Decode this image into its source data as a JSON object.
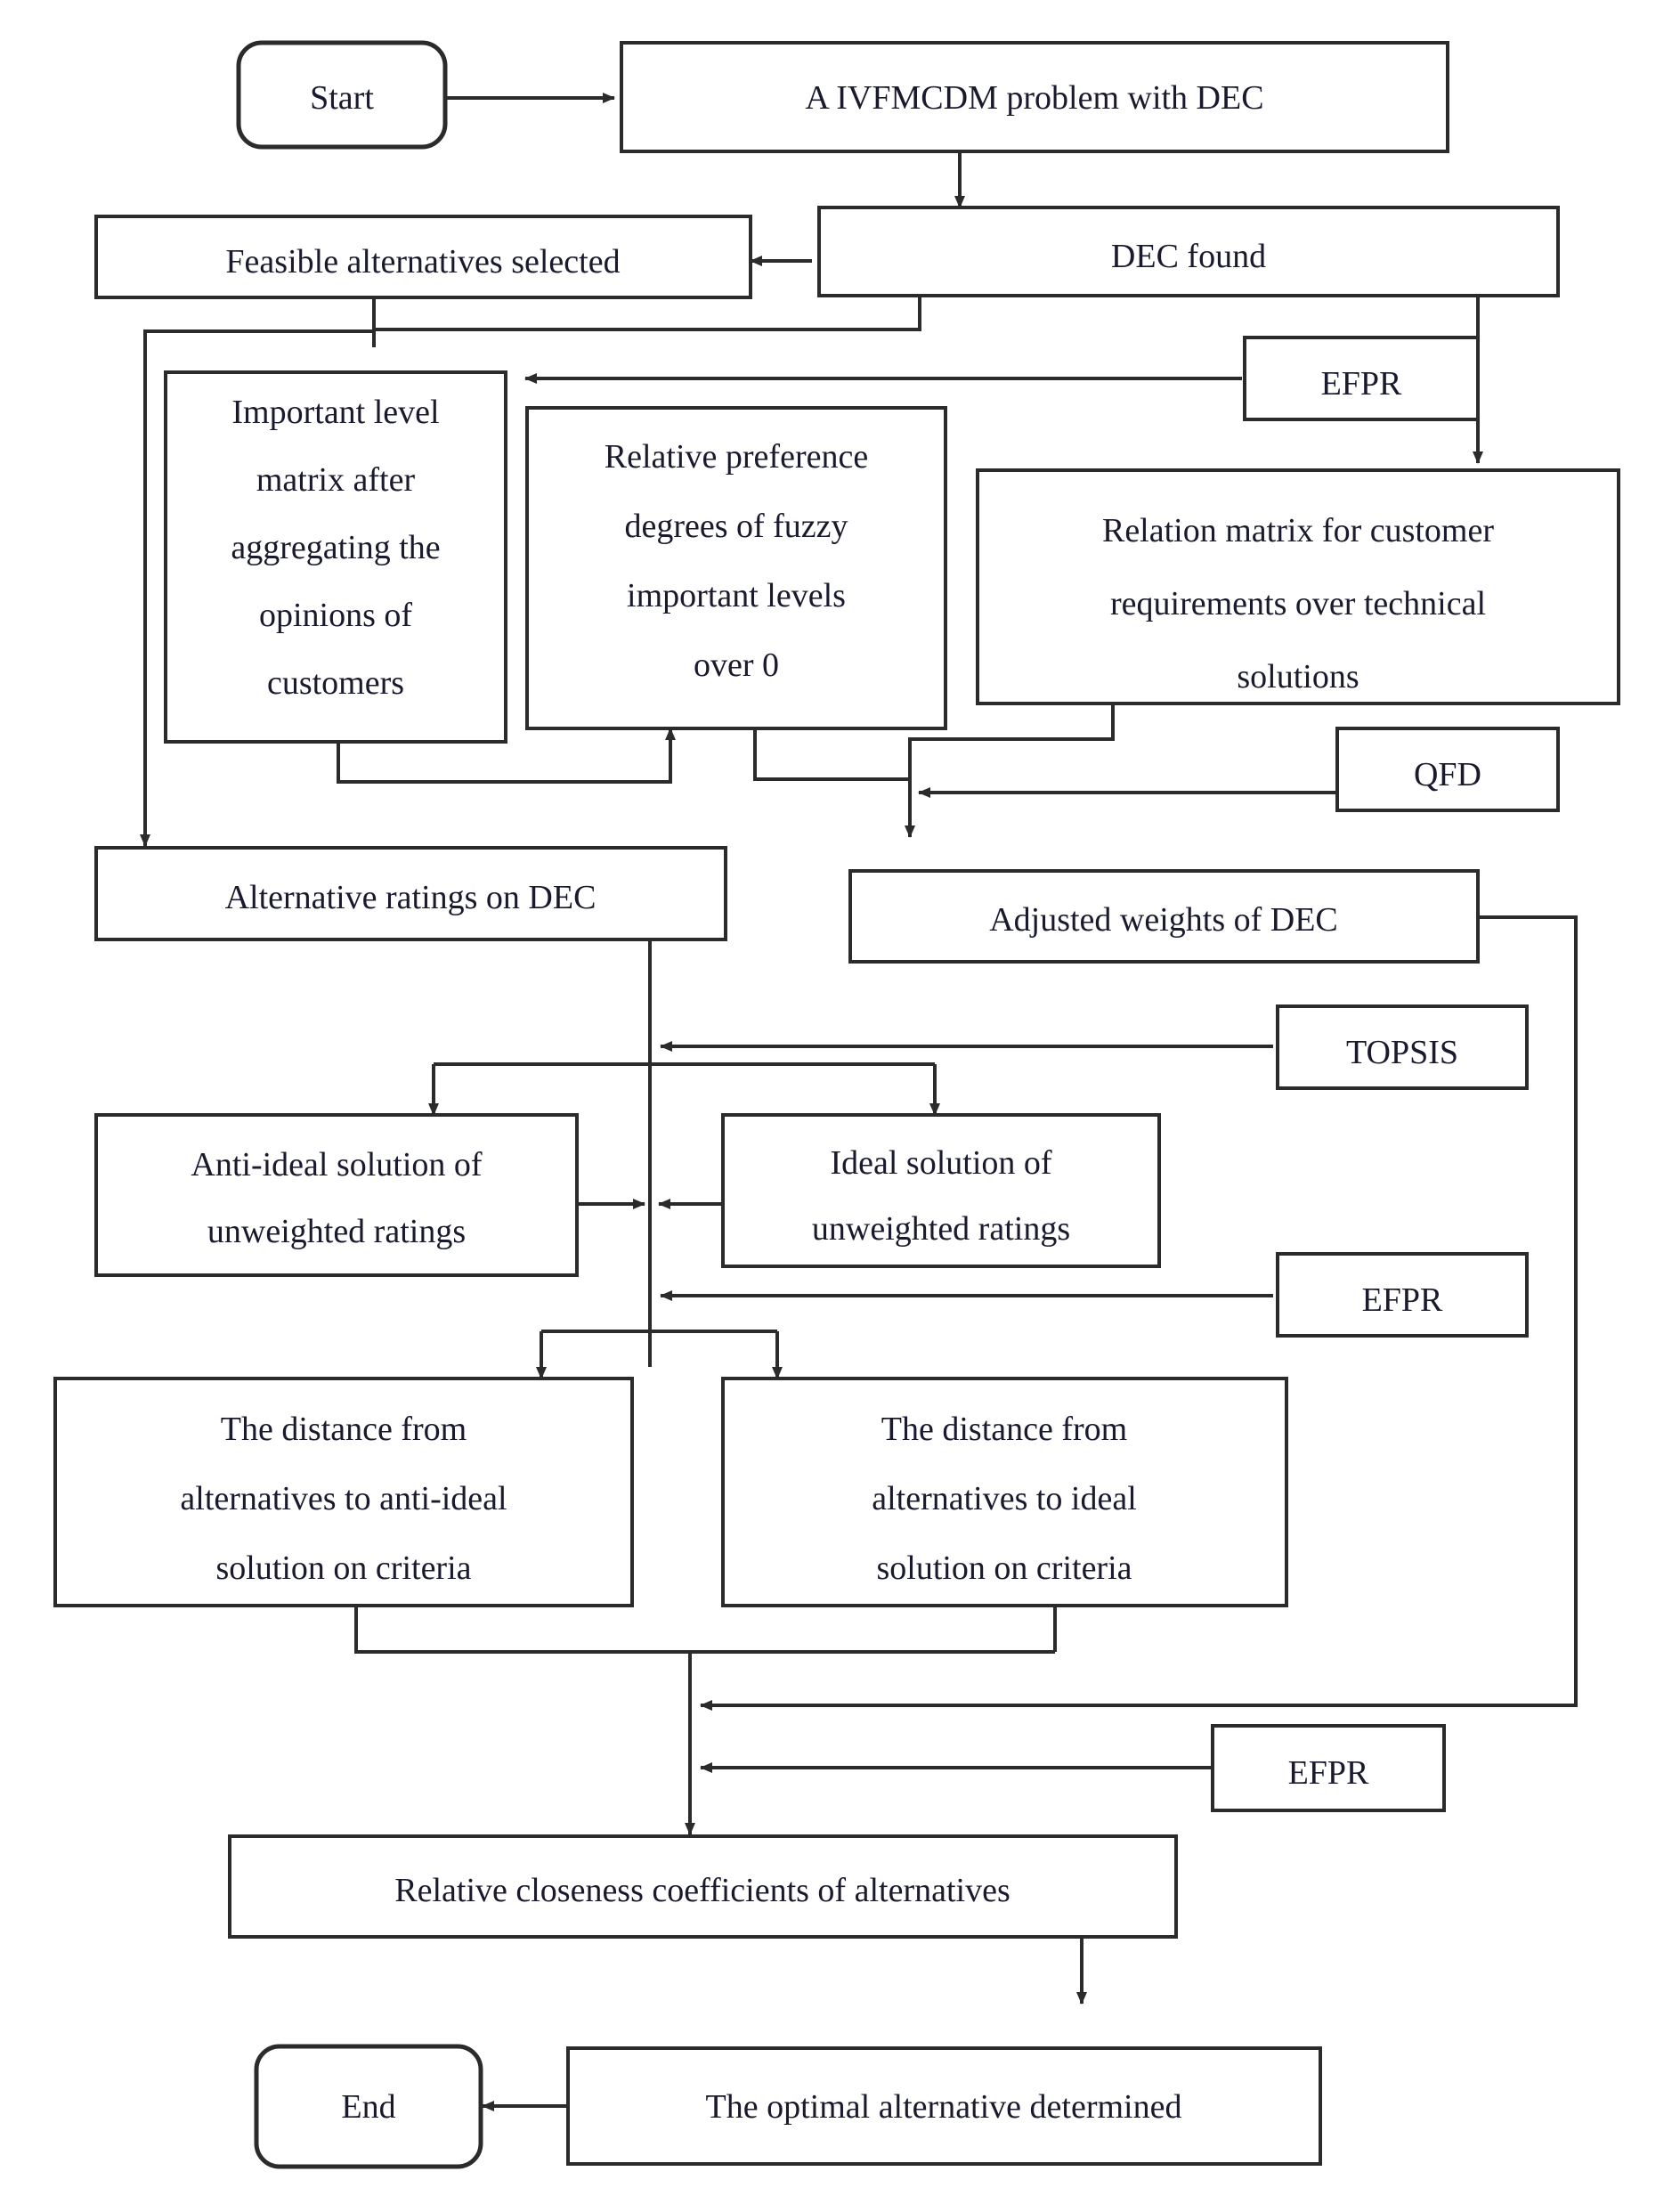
{
  "diagram": {
    "title": "IVFMCDM with DEC flowchart",
    "type": "flowchart",
    "colors": {
      "box_stroke": "#2b2b2b",
      "box_fill": "#ffffff",
      "text": "#1a1a2e",
      "edge": "#2b2b2b",
      "background": "#ffffff"
    },
    "nodes": [
      {
        "id": "start",
        "label": "Start",
        "shape": "rounded",
        "lines": [
          "Start"
        ]
      },
      {
        "id": "problem",
        "label": "A IVFMCDM problem with DEC",
        "shape": "rect",
        "lines": [
          "A IVFMCDM problem with DEC"
        ]
      },
      {
        "id": "dec_found",
        "label": "DEC found",
        "shape": "rect",
        "lines": [
          "DEC found"
        ]
      },
      {
        "id": "feasible",
        "label": "Feasible alternatives selected",
        "shape": "rect",
        "lines": [
          "Feasible alternatives selected"
        ]
      },
      {
        "id": "efpr1",
        "label": "EFPR",
        "shape": "rect",
        "lines": [
          "EFPR"
        ]
      },
      {
        "id": "important_level",
        "label": "Important level matrix after aggregating the opinions of customers",
        "shape": "rect",
        "lines": [
          "Important level",
          "matrix after",
          "aggregating the",
          "opinions of",
          "customers"
        ]
      },
      {
        "id": "relative_pref",
        "label": "Relative preference degrees of fuzzy important levels over 0",
        "shape": "rect",
        "lines": [
          "Relative preference",
          "degrees of fuzzy",
          "important levels",
          "over 0"
        ]
      },
      {
        "id": "relation_matrix",
        "label": "Relation matrix for customer requirements over technical solutions",
        "shape": "rect",
        "lines": [
          "Relation matrix for customer",
          "requirements over technical",
          "solutions"
        ]
      },
      {
        "id": "qfd",
        "label": "QFD",
        "shape": "rect",
        "lines": [
          "QFD"
        ]
      },
      {
        "id": "alt_ratings",
        "label": "Alternative ratings on DEC",
        "shape": "rect",
        "lines": [
          "Alternative ratings on DEC"
        ]
      },
      {
        "id": "adjusted_weights",
        "label": "Adjusted weights of DEC",
        "shape": "rect",
        "lines": [
          "Adjusted weights of DEC"
        ]
      },
      {
        "id": "topsis",
        "label": "TOPSIS",
        "shape": "rect",
        "lines": [
          "TOPSIS"
        ]
      },
      {
        "id": "anti_ideal",
        "label": "Anti-ideal solution of unweighted ratings",
        "shape": "rect",
        "lines": [
          "Anti-ideal solution of",
          "unweighted ratings"
        ]
      },
      {
        "id": "ideal",
        "label": "Ideal solution of unweighted ratings",
        "shape": "rect",
        "lines": [
          "Ideal solution of",
          "unweighted ratings"
        ]
      },
      {
        "id": "efpr2",
        "label": "EFPR",
        "shape": "rect",
        "lines": [
          "EFPR"
        ]
      },
      {
        "id": "dist_anti",
        "label": "The distance from alternatives to anti-ideal solution on criteria",
        "shape": "rect",
        "lines": [
          "The distance from",
          "alternatives to anti-ideal",
          "solution on criteria"
        ]
      },
      {
        "id": "dist_ideal",
        "label": "The distance from alternatives to ideal solution on criteria",
        "shape": "rect",
        "lines": [
          "The distance from",
          "alternatives to ideal",
          "solution on criteria"
        ]
      },
      {
        "id": "efpr3",
        "label": "EFPR",
        "shape": "rect",
        "lines": [
          "EFPR"
        ]
      },
      {
        "id": "closeness",
        "label": "Relative closeness coefficients of alternatives",
        "shape": "rect",
        "lines": [
          "Relative closeness coefficients of alternatives"
        ]
      },
      {
        "id": "optimal",
        "label": "The optimal alternative determined",
        "shape": "rect",
        "lines": [
          "The optimal alternative determined"
        ]
      },
      {
        "id": "end",
        "label": "End",
        "shape": "rounded",
        "lines": [
          "End"
        ]
      }
    ],
    "edges": [
      {
        "from": "start",
        "to": "problem",
        "arrow": true
      },
      {
        "from": "problem",
        "to": "dec_found",
        "arrow": true
      },
      {
        "from": "dec_found",
        "to": "feasible",
        "arrow": true
      },
      {
        "from": "efpr1",
        "to": "important_level",
        "arrow": true
      },
      {
        "from": "dec_found",
        "to": "efpr1",
        "arrow": true
      },
      {
        "from": "dec_found",
        "to": "relation_matrix",
        "arrow": true
      },
      {
        "from": "feasible",
        "to": "important_level",
        "arrow": false
      },
      {
        "from": "feasible",
        "to": "alt_ratings",
        "arrow": true
      },
      {
        "from": "important_level",
        "to": "relative_pref",
        "arrow": true
      },
      {
        "from": "relative_pref",
        "to": "adjusted_weights",
        "arrow": true
      },
      {
        "from": "relation_matrix",
        "to": "adjusted_weights",
        "arrow": false
      },
      {
        "from": "qfd",
        "to": "adjusted_weights",
        "arrow": true
      },
      {
        "from": "alt_ratings",
        "to": "anti_ideal",
        "arrow": true
      },
      {
        "from": "alt_ratings",
        "to": "ideal",
        "arrow": true
      },
      {
        "from": "topsis",
        "to": "alt_ratings",
        "arrow": true
      },
      {
        "from": "anti_ideal",
        "to": "ideal",
        "arrow": true
      },
      {
        "from": "efpr2",
        "to": "alt_ratings",
        "arrow": true
      },
      {
        "from": "anti_ideal",
        "to": "dist_anti",
        "arrow": true
      },
      {
        "from": "ideal",
        "to": "dist_ideal",
        "arrow": true
      },
      {
        "from": "dist_anti",
        "to": "closeness",
        "arrow": true
      },
      {
        "from": "dist_ideal",
        "to": "closeness",
        "arrow": true
      },
      {
        "from": "adjusted_weights",
        "to": "closeness",
        "arrow": true
      },
      {
        "from": "efpr3",
        "to": "closeness",
        "arrow": true
      },
      {
        "from": "closeness",
        "to": "optimal",
        "arrow": true
      },
      {
        "from": "optimal",
        "to": "end",
        "arrow": true
      }
    ]
  }
}
